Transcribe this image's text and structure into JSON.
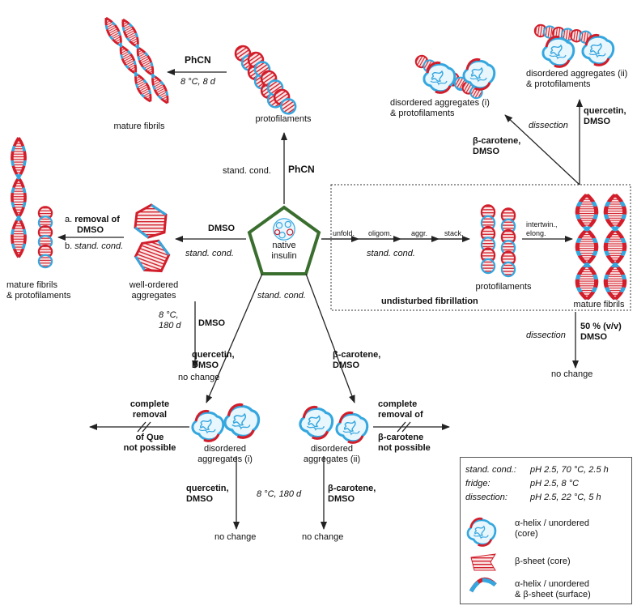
{
  "colors": {
    "helix": "#35a7df",
    "sheet": "#d21e2b",
    "frame": "#3a6e2e",
    "arrow": "#222"
  },
  "center": {
    "label_1": "native",
    "label_2": "insulin"
  },
  "top_branch": {
    "cond": "stand. cond.",
    "agent": "PhCN",
    "protofilaments": "protofilaments",
    "agent2": "PhCN",
    "cond2": "8 °C, 8 d",
    "mature": "mature fibrils"
  },
  "left_branch": {
    "agent": "DMSO",
    "cond": "stand. cond.",
    "aggregates_1": "well-ordered",
    "aggregates_2": "aggregates",
    "a_prefix": "a. ",
    "a_text_1": "removal of",
    "a_text_2": "DMSO",
    "b_prefix": "b. ",
    "b_text": "stand. cond.",
    "product_1": "mature fibrils",
    "product_2": "& protofilaments",
    "fridge_cond_1": "8 °C,",
    "fridge_cond_2": "180 d",
    "fridge_agent": "DMSO",
    "no_change": "no change"
  },
  "fibrillation": {
    "steps": [
      "unfold.",
      "oligom.",
      "aggr.",
      "stack."
    ],
    "cond": "stand. cond.",
    "protofilaments": "protofilaments",
    "intertwin_1": "intertwin.,",
    "intertwin_2": "elong.",
    "mature": "mature fibrils",
    "title": "undisturbed fibrillation",
    "dissection": "dissection",
    "dmso_1": "50 % (v/v)",
    "dmso_2": "DMSO",
    "no_change": "no change"
  },
  "upper_right": {
    "dis_i_1": "disordered aggregates (i)",
    "dis_i_2": "& protofilaments",
    "dis_ii_1": "disordered aggregates (ii)",
    "dis_ii_2": "& protofilaments",
    "bc_1": "β-carotene,",
    "bc_2": "DMSO",
    "dissection": "dissection",
    "q_1": "quercetin,",
    "q_2": "DMSO"
  },
  "bottom": {
    "cond": "stand. cond.",
    "q_1": "quercetin,",
    "q_2": "DMSO",
    "bc_1": "β-carotene,",
    "bc_2": "DMSO",
    "dis_i_1": "disordered",
    "dis_i_2": "aggregates (i)",
    "dis_ii_1": "disordered",
    "dis_ii_2": "aggregates (ii)",
    "rem_q_1": "complete",
    "rem_q_2": "removal",
    "rem_q_3": "of Que",
    "rem_q_4": "not possible",
    "rem_b_1": "complete",
    "rem_b_2": "removal of",
    "rem_b_3": "β-carotene",
    "rem_b_4": "not possible",
    "q2_1": "quercetin,",
    "q2_2": "DMSO",
    "fridge": "8 °C, 180 d",
    "bc2_1": "β-carotene,",
    "bc2_2": "DMSO",
    "no_change": "no change"
  },
  "legend": {
    "rows": [
      {
        "key": "stand. cond.:",
        "value": "pH 2.5, 70 °C, 2.5 h"
      },
      {
        "key": "fridge:",
        "value": "pH 2.5, 8 °C"
      },
      {
        "key": "dissection:",
        "value": "pH 2.5, 22 °C, 5 h"
      }
    ],
    "helix_1": "α-helix / unordered",
    "helix_2": "(core)",
    "sheet": "β-sheet (core)",
    "surface_1": "α-helix / unordered",
    "surface_2": "& β-sheet (surface)"
  }
}
